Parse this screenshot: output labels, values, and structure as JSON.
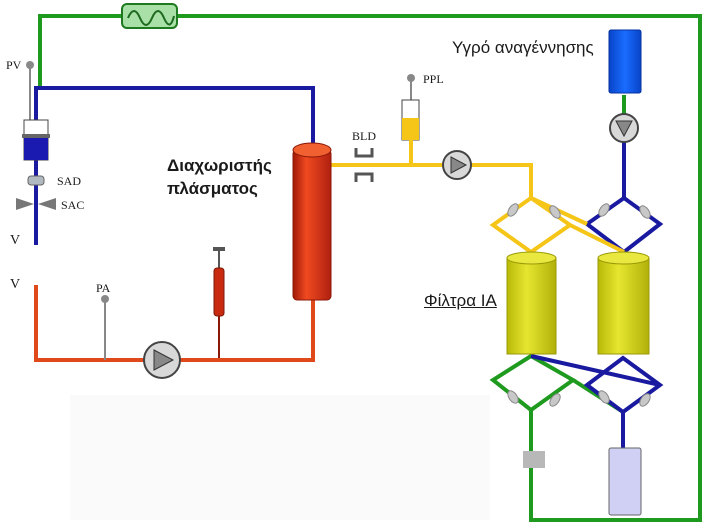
{
  "labels": {
    "pv": "PV",
    "sad": "SAD",
    "sac": "SAC",
    "v_top": "V",
    "v_bottom": "V",
    "pa": "PA",
    "bld": "BLD",
    "ppl": "PPL",
    "separator_line1": "Διαχωριστής",
    "separator_line2": "πλάσματος",
    "regeneration_fluid": "Υγρό αναγέννησης",
    "ia_filters": "Φίλτρα IA"
  },
  "colors": {
    "venous_line": "#1a1aa0",
    "arterial_line": "#e04a1a",
    "plasma_line": "#f5c518",
    "regen_line": "#1e9a1e",
    "separator": "#d42a10",
    "filter": "#d4d414",
    "regen_bag": "#0a5cf0",
    "waste_bag": "#d0d0f5"
  }
}
